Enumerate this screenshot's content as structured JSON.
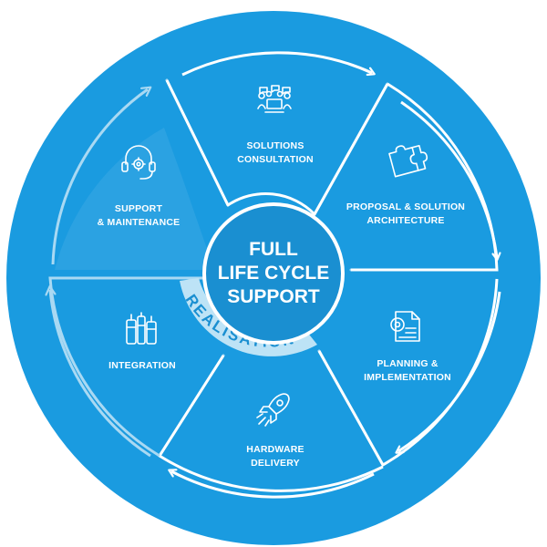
{
  "center": {
    "lines": [
      "FULL",
      "LIFE CYCLE",
      "SUPPORT"
    ]
  },
  "ring_label": "REALISATION",
  "segments": [
    {
      "id": "solutions-consultation",
      "lines": [
        "SOLUTIONS",
        "CONSULTATION"
      ],
      "icon": "meeting-icon"
    },
    {
      "id": "proposal-solution-architecture",
      "lines": [
        "PROPOSAL & SOLUTION",
        "ARCHITECTURE"
      ],
      "icon": "puzzle-icon"
    },
    {
      "id": "planning-implementation",
      "lines": [
        "PLANNING &",
        "IMPLEMENTATION"
      ],
      "icon": "plan-document-icon"
    },
    {
      "id": "hardware-delivery",
      "lines": [
        "HARDWARE",
        "DELIVERY"
      ],
      "icon": "rocket-icon"
    },
    {
      "id": "integration",
      "lines": [
        "INTEGRATION"
      ],
      "icon": "tools-icon"
    },
    {
      "id": "support-maintenance",
      "lines": [
        "SUPPORT",
        "& MAINTENANCE"
      ],
      "icon": "headset-icon"
    }
  ],
  "colors": {
    "background_circle": "#1a9be0",
    "segment_fill": "#1a8fd1",
    "highlight_segment": "#3ba8e4",
    "lines": "#a9d9f3",
    "realisation_band": "#bde3f6",
    "text": "#ffffff"
  }
}
